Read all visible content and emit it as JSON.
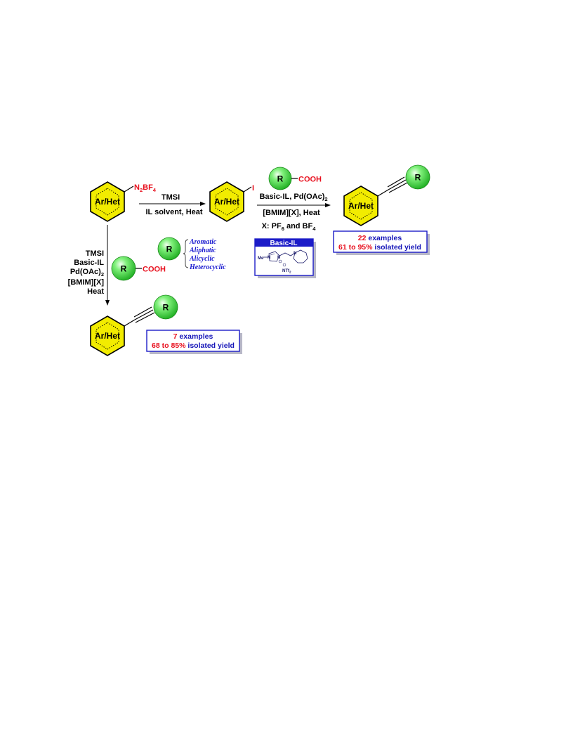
{
  "colors": {
    "hexagon_fill": "#f2ec00",
    "sphere_green": "#3ddc3a",
    "substituent_red": "#e8101e",
    "text_blue": "#1515b8",
    "box_border": "#1c1cc8"
  },
  "ring_label": "Ar/Het",
  "sphere_label": "R",
  "start": {
    "substituent_main": "N",
    "substituent_sub1": "2",
    "substituent_mid": "BF",
    "substituent_sub2": "4"
  },
  "step1": {
    "above": "TMSI",
    "below": "IL solvent, Heat"
  },
  "intermediate": {
    "substituent": "I"
  },
  "acid_reagent": {
    "group": "COOH"
  },
  "step2": {
    "line1_main": "Basic-IL, Pd(OAc)",
    "line1_sub": "2",
    "line2": "[BMIM][X], Heat",
    "line3_pre": "X: PF",
    "line3_sub1": "6",
    "line3_mid": " and BF",
    "line3_sub2": "4"
  },
  "basic_il": {
    "title": "Basic-IL",
    "me_label": "Me",
    "n_label": "N",
    "anion": "NTf",
    "anion_sub": "2"
  },
  "product_top": {
    "count": "22",
    "count_word": " examples",
    "yield_range": "61 to 95%",
    "yield_word": " isolated yield"
  },
  "step_down": {
    "line1": "TMSI",
    "line2": "Basic-IL",
    "line3_main": "Pd(OAc)",
    "line3_sub": "2",
    "line4": "[BMIM][X]",
    "line5": "Heat"
  },
  "r_types": [
    "Aromatic",
    "Aliphatic",
    "Alicyclic",
    "Heterocyclic"
  ],
  "product_bottom": {
    "count": "7",
    "count_word": " examples",
    "yield_range": "68 to 85%",
    "yield_word": " isolated yield"
  }
}
